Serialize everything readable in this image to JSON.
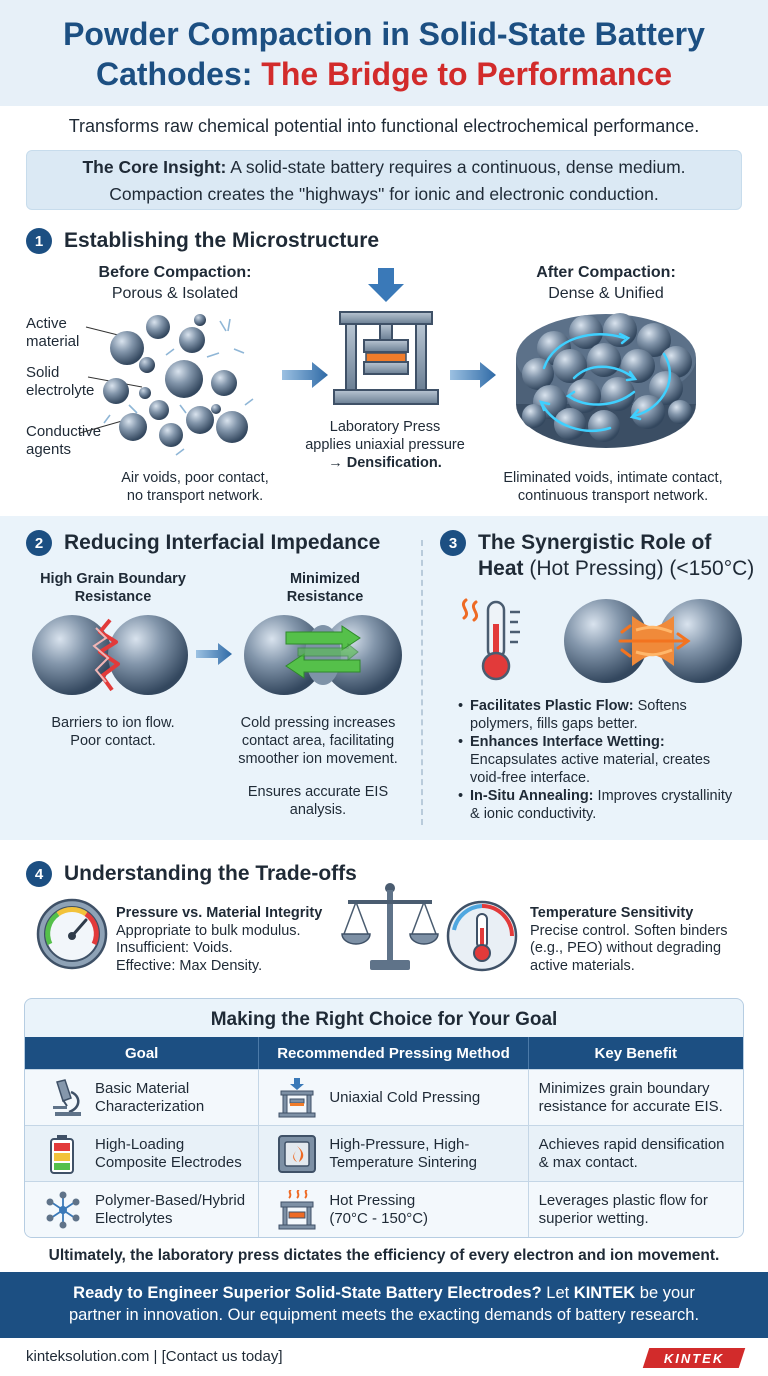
{
  "title": {
    "line1": "Powder Compaction in Solid-State Battery",
    "line2_dark": "Cathodes: ",
    "line2_red": "The Bridge to Performance"
  },
  "subtitle": "Transforms raw chemical potential into functional electrochemical performance.",
  "insight": {
    "label": "The Core Insight:",
    "text1": " A solid-state battery requires a continuous, dense medium.",
    "text2": "Compaction creates the \"highways\" for ionic and electronic conduction."
  },
  "section1": {
    "number": "1",
    "title": "Establishing the Microstructure",
    "before_title": "Before Compaction:",
    "before_sub": "Porous & Isolated",
    "label_active": [
      "Active",
      "material"
    ],
    "label_electrolyte": [
      "Solid",
      "electrolyte"
    ],
    "label_conductive": [
      "Conductive",
      "agents"
    ],
    "before_caption": [
      "Air voids, poor contact,",
      "no transport network."
    ],
    "press_caption": [
      "Laboratory Press",
      "applies uniaxial pressure"
    ],
    "press_arrow": "→ ",
    "press_bold": "Densification.",
    "after_title": "After Compaction:",
    "after_sub": "Dense & Unified",
    "after_caption": [
      "Eliminated voids, intimate contact,",
      "continuous transport network."
    ]
  },
  "section2": {
    "number": "2",
    "title": "Reducing Interfacial Impedance",
    "high_title": [
      "High Grain Boundary",
      "Resistance"
    ],
    "min_title": [
      "Minimized",
      "Resistance"
    ],
    "high_caption": [
      "Barriers to ion flow.",
      "Poor contact."
    ],
    "min_caption": [
      "Cold pressing increases",
      "contact area, facilitating",
      "smoother ion movement."
    ],
    "eis": [
      "Ensures accurate EIS",
      "analysis."
    ]
  },
  "section3": {
    "number": "3",
    "title_line1": "The Synergistic Role of",
    "title_bold2": "Heat",
    "title_rest2": " (Hot Pressing) (<150°C)",
    "bullets": [
      {
        "label": "Facilitates Plastic Flow:",
        "text": [
          " Softens",
          "polymers, fills gaps better."
        ]
      },
      {
        "label": "Enhances Interface Wetting:",
        "text": [
          "Encapsulates active material, creates",
          "void-free interface."
        ]
      },
      {
        "label": "In-Situ Annealing:",
        "text": [
          " Improves crystallinity",
          "& ionic conductivity."
        ]
      }
    ]
  },
  "section4": {
    "number": "4",
    "title": "Understanding the Trade-offs",
    "pressure": {
      "title": "Pressure vs. Material Integrity",
      "lines": [
        "Appropriate to bulk modulus.",
        "Insufficient: Voids.",
        "Effective: Max Density."
      ]
    },
    "temperature": {
      "title": "Temperature Sensitivity",
      "lines": [
        "Precise control. Soften binders",
        "(e.g., PEO) without degrading",
        "active materials."
      ]
    }
  },
  "table": {
    "title": "Making the Right Choice for Your Goal",
    "headers": [
      "Goal",
      "Recommended Pressing Method",
      "Key Benefit"
    ],
    "rows": [
      {
        "goal": [
          "Basic Material",
          "Characterization"
        ],
        "method": [
          "Uniaxial Cold Pressing"
        ],
        "benefit": [
          "Minimizes grain boundary",
          "resistance for accurate EIS."
        ],
        "goal_icon": "microscope-icon",
        "method_icon": "press-icon"
      },
      {
        "goal": [
          "High-Loading",
          "Composite Electrodes"
        ],
        "method": [
          "High-Pressure, High-",
          "Temperature Sintering"
        ],
        "benefit": [
          "Achieves rapid densification",
          "& max contact."
        ],
        "goal_icon": "battery-icon",
        "method_icon": "furnace-icon"
      },
      {
        "goal": [
          "Polymer-Based/Hybrid",
          "Electrolytes"
        ],
        "method": [
          "Hot Pressing",
          "(70°C - 150°C)"
        ],
        "benefit": [
          "Leverages plastic flow for",
          "superior wetting."
        ],
        "goal_icon": "molecule-icon",
        "method_icon": "hot-press-icon"
      }
    ]
  },
  "conclusion": "Ultimately, the laboratory press dictates the efficiency of every electron and ion movement.",
  "cta": {
    "bold1": "Ready to Engineer Superior Solid-State Battery Electrodes?",
    "text1": " Let ",
    "bold2": "KINTEK",
    "text2": " be your",
    "line2": "partner in innovation. Our equipment meets the exacting demands of battery research."
  },
  "footer": {
    "site": "kinteksolution.com |  [Contact us today]",
    "logo": "KINTEK"
  },
  "colors": {
    "navy": "#1c4f82",
    "red": "#d22b2b",
    "light_blue": "#e7f0f8",
    "sphere": "#6c8198",
    "glow": "#33c6f0",
    "orange": "#ee6a24",
    "green": "#4cb944"
  }
}
